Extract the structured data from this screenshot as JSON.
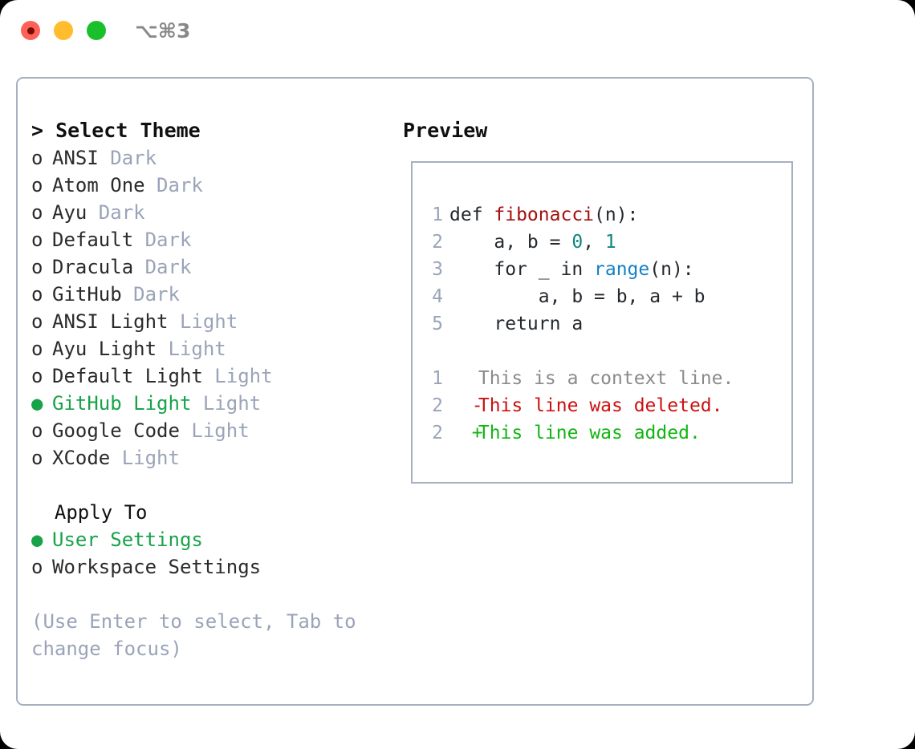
{
  "titlebar": {
    "lights": [
      {
        "name": "close",
        "color": "#ff6159"
      },
      {
        "name": "minimize",
        "color": "#ffbd2e"
      },
      {
        "name": "zoom",
        "color": "#1ac02c"
      }
    ],
    "shortcut": "⌥⌘3"
  },
  "left": {
    "header": "> Select Theme",
    "themes": [
      {
        "bullet": "o",
        "name": "ANSI",
        "tag": "Dark",
        "selected": false
      },
      {
        "bullet": "o",
        "name": "Atom One",
        "tag": "Dark",
        "selected": false
      },
      {
        "bullet": "o",
        "name": "Ayu",
        "tag": "Dark",
        "selected": false
      },
      {
        "bullet": "o",
        "name": "Default",
        "tag": "Dark",
        "selected": false
      },
      {
        "bullet": "o",
        "name": "Dracula",
        "tag": "Dark",
        "selected": false
      },
      {
        "bullet": "o",
        "name": "GitHub",
        "tag": "Dark",
        "selected": false
      },
      {
        "bullet": "o",
        "name": "ANSI Light",
        "tag": "Light",
        "selected": false
      },
      {
        "bullet": "o",
        "name": "Ayu Light",
        "tag": "Light",
        "selected": false
      },
      {
        "bullet": "o",
        "name": "Default Light",
        "tag": "Light",
        "selected": false
      },
      {
        "bullet": "●",
        "name": "GitHub Light",
        "tag": "Light",
        "selected": true
      },
      {
        "bullet": "o",
        "name": "Google Code",
        "tag": "Light",
        "selected": false
      },
      {
        "bullet": "o",
        "name": "XCode",
        "tag": "Light",
        "selected": false
      }
    ],
    "apply_to_header": "  Apply To",
    "apply_to": [
      {
        "bullet": "●",
        "name": "User Settings",
        "selected": true
      },
      {
        "bullet": "o",
        "name": "Workspace Settings",
        "selected": false
      }
    ],
    "hint": "(Use Enter to select, Tab to change focus)"
  },
  "right": {
    "preview_title": "Preview",
    "code": [
      {
        "ln": "1",
        "tokens": [
          {
            "t": "def ",
            "c": "kw"
          },
          {
            "t": "fibonacci",
            "c": "fn"
          },
          {
            "t": "(n):",
            "c": "plain"
          }
        ]
      },
      {
        "ln": "2",
        "tokens": [
          {
            "t": "    a, b = ",
            "c": "plain"
          },
          {
            "t": "0",
            "c": "num"
          },
          {
            "t": ", ",
            "c": "plain"
          },
          {
            "t": "1",
            "c": "num"
          }
        ]
      },
      {
        "ln": "3",
        "tokens": [
          {
            "t": "    for _ in ",
            "c": "plain"
          },
          {
            "t": "range",
            "c": "builtin"
          },
          {
            "t": "(n):",
            "c": "plain"
          }
        ]
      },
      {
        "ln": "4",
        "tokens": [
          {
            "t": "        a, b = b, a + b",
            "c": "plain"
          }
        ]
      },
      {
        "ln": "5",
        "tokens": [
          {
            "t": "    return a",
            "c": "plain"
          }
        ]
      }
    ],
    "diff": [
      {
        "ln": "1",
        "mark": " ",
        "text": "This is a context line.",
        "kind": "d-ctx"
      },
      {
        "ln": "2",
        "mark": "-",
        "text": "This line was deleted.",
        "kind": "d-del"
      },
      {
        "ln": "2",
        "mark": "+",
        "text": "This line was added.",
        "kind": "d-add"
      }
    ]
  },
  "colors": {
    "accent_green": "#18a34a",
    "muted": "#9aa4b8",
    "border": "#a6b0c0",
    "diff_add": "#12b512",
    "diff_del": "#cc1111",
    "syntax_fn": "#a3100e",
    "syntax_num": "#0f8580",
    "syntax_builtin": "#1380c4"
  }
}
